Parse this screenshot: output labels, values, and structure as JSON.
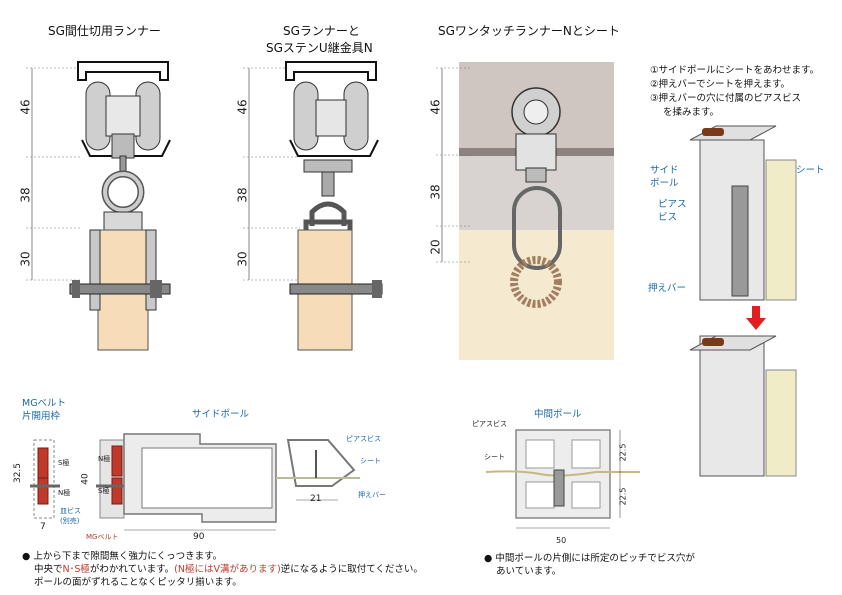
{
  "titles": {
    "runner_sg": "SG間仕切用ランナー",
    "runner_sg_u_line1": "SGランナーと",
    "runner_sg_u_line2": "SGステンU継金具N",
    "runner_onetouch": "SGワンタッチランナーNとシート"
  },
  "dimensions": {
    "d46": "46",
    "d38": "38",
    "d30": "30",
    "d20": "20",
    "d32_5": "32.5",
    "d7": "7",
    "d40": "40",
    "d90": "90",
    "d21": "21",
    "d22_5": "22.5",
    "d50": "50"
  },
  "steps": {
    "step1": "①サイドポールにシートをあわせます。",
    "step2": "②押えバーでシートを押えます。",
    "step3a": "③押えバーの穴に付属のピアスビス",
    "step3b": "を揉みます。"
  },
  "labels": {
    "side_pole_a": "サイド",
    "side_pole_b": "ポール",
    "sheet": "シート",
    "pierce_a": "ピアス",
    "pierce_b": "ビス",
    "press_bar": "押えバー",
    "mg_belt_a": "MGベルト",
    "mg_belt_b": "片開用枠",
    "side_pole_section": "サイドポール",
    "pierce_screw": "ピアスビス",
    "sheet_small": "シート",
    "press_bar_small": "押えバー",
    "s_pole": "S極",
    "n_pole": "N極",
    "n_pole2": "N極",
    "s_pole2": "S極",
    "flat_screw_a": "皿ビス",
    "flat_screw_b": "(別売)",
    "mg_belt_small": "MGベルト",
    "center_pole": "中間ポール",
    "center_pierce": "ピアスビス",
    "center_sheet": "シート"
  },
  "notes": {
    "left_line1": "上から下まで隙間無く強力にくっつきます。",
    "left_line2_a": "中央で",
    "left_line2_b": "N･S極",
    "left_line2_c": "がわかれています。",
    "left_line2_d": "(N極にはV溝があります)",
    "left_line2_e": "逆になるように取付てください。",
    "left_line3": "ポールの面がずれることなくピッタリ揃います。",
    "right_line1": "中間ポールの片側には所定のピッチでビス穴が",
    "right_line2": "あいています。"
  },
  "colors": {
    "wood": "#f6dcb8",
    "metal": "#d9d9d9",
    "accent_blue": "#1a6aa8",
    "accent_red": "#c0392b",
    "arrow_red": "#e02020"
  }
}
